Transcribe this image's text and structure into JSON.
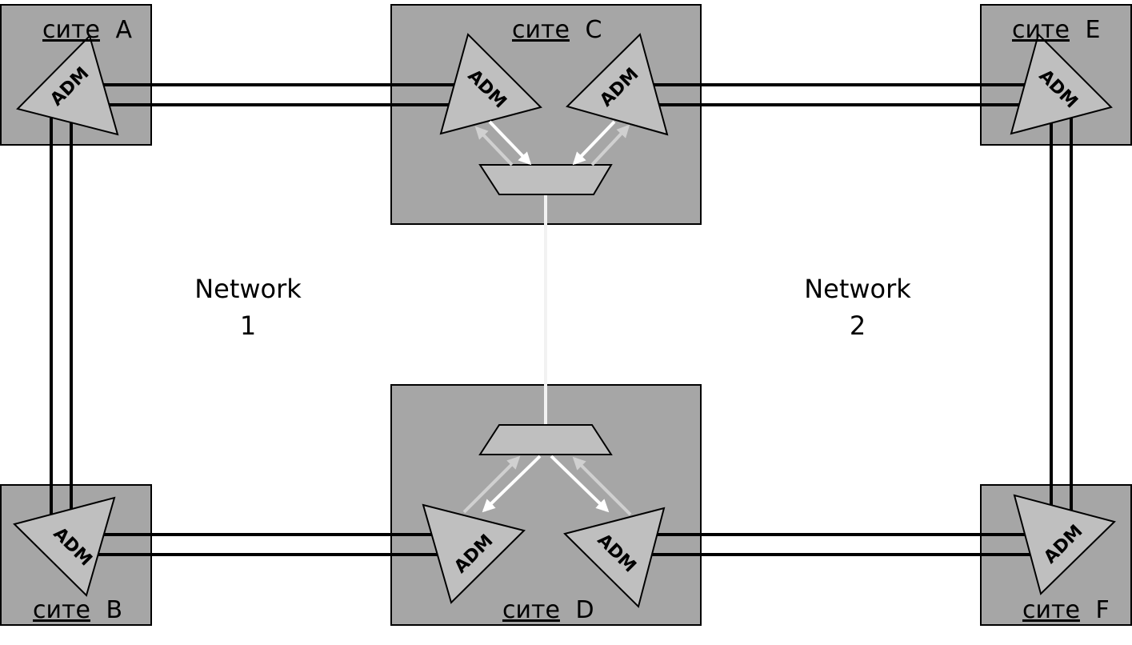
{
  "sites": {
    "a": {
      "prefix": "сите",
      "letter": "A"
    },
    "b": {
      "prefix": "сите",
      "letter": "B"
    },
    "c": {
      "prefix": "сите",
      "letter": "C"
    },
    "d": {
      "prefix": "сите",
      "letter": "D"
    },
    "e": {
      "prefix": "сите",
      "letter": "E"
    },
    "f": {
      "prefix": "сите",
      "letter": "F"
    }
  },
  "adm_label": "ADM",
  "networks": [
    {
      "line1": "Network",
      "line2": "1"
    },
    {
      "line1": "Network",
      "line2": "2"
    }
  ],
  "colors": {
    "site_fill": "#a6a6a6",
    "adm_fill": "#bfbfbf",
    "mux_fill": "#bfbfbf",
    "fiber": "#000000",
    "link_light": "#f2f2f2",
    "arrow_white": "#ffffff",
    "arrow_gray": "#d0d0d0"
  }
}
